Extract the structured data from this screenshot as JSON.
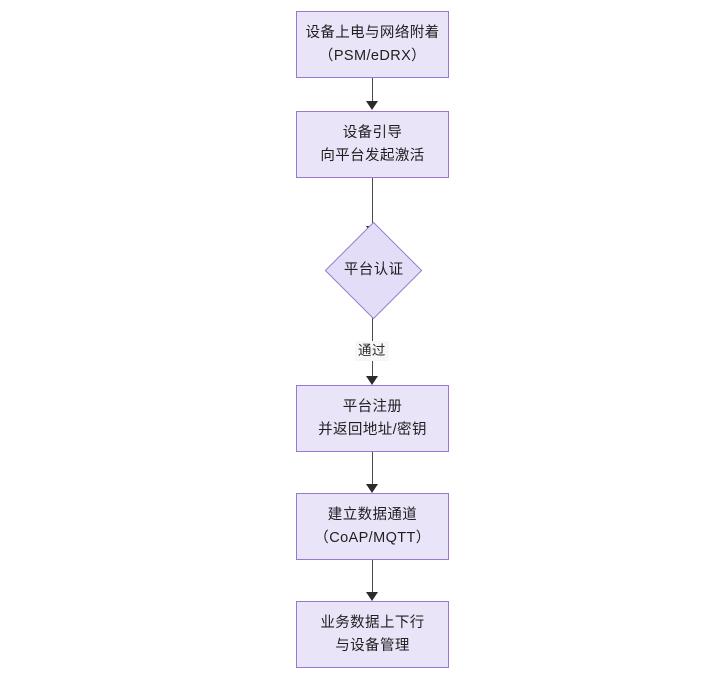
{
  "diagram": {
    "type": "flowchart",
    "orientation": "top-to-bottom",
    "background_color": "#ffffff",
    "node_fill_color": "#e9e4f8",
    "node_border_color": "#9a78d0",
    "connector_color": "#4a4a4a",
    "text_color": "#1f1f1f",
    "nodes": [
      {
        "id": "poweron",
        "shape": "rectangle",
        "line1": "设备上电与网络附着",
        "line2": "（PSM/eDRX）"
      },
      {
        "id": "bootstrap",
        "shape": "rectangle",
        "line1": "设备引导",
        "line2": "向平台发起激活"
      },
      {
        "id": "auth",
        "shape": "diamond",
        "line1": "平台认证"
      },
      {
        "id": "register",
        "shape": "rectangle",
        "line1": "平台注册",
        "line2": "并返回地址/密钥"
      },
      {
        "id": "channel",
        "shape": "rectangle",
        "line1": "建立数据通道",
        "line2": "（CoAP/MQTT）"
      },
      {
        "id": "business",
        "shape": "rectangle",
        "line1": "业务数据上下行",
        "line2": "与设备管理"
      }
    ],
    "edges": [
      {
        "id": "edge1",
        "from": "poweron",
        "to": "bootstrap",
        "label": ""
      },
      {
        "id": "edge2",
        "from": "bootstrap",
        "to": "auth",
        "label": ""
      },
      {
        "id": "edge3",
        "from": "auth",
        "to": "register",
        "label": "通过"
      },
      {
        "id": "edge4",
        "from": "register",
        "to": "channel",
        "label": ""
      },
      {
        "id": "edge5",
        "from": "channel",
        "to": "business",
        "label": ""
      }
    ]
  }
}
